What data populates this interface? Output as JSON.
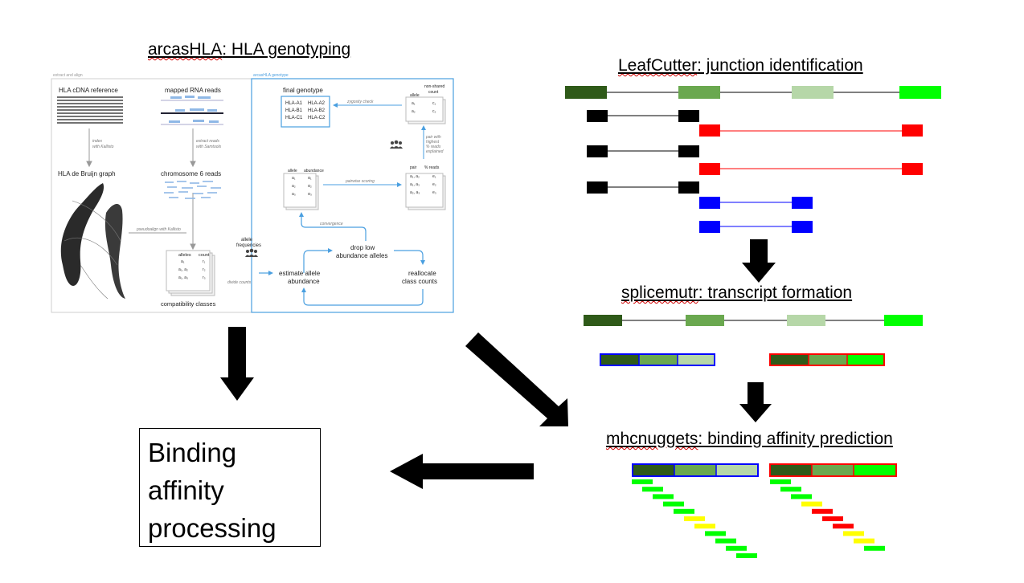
{
  "titles": {
    "arcas_prefix": "arcasHLA",
    "arcas_rest": ": HLA genotyping",
    "leaf_prefix": "LeafCutter",
    "leaf_rest": ": junction identification",
    "splice_prefix": "splicemutr",
    "splice_rest": ": transcript formation",
    "mhc_prefix": "mhcnuggets",
    "mhc_rest": ": binding affinity prediction"
  },
  "binding_box": {
    "line1": "Binding",
    "line2": "affinity",
    "line3": "processing"
  },
  "arcas_figure": {
    "panel_left": "extract and align",
    "panel_right": "arcasHLA genotype",
    "hla_cdna": "HLA cDNA reference",
    "mapped_rna": "mapped RNA reads",
    "index_kallisto_1": "index",
    "index_kallisto_2": "with Kallisto",
    "extract_reads_1": "extract reads",
    "extract_reads_2": "with Samtools",
    "debruijn": "HLA de Bruijn graph",
    "chr6": "chromosome 6 reads",
    "pseudoalign": "pseudoalign with Kallisto",
    "alleles": "alleles",
    "count": "count",
    "compat": "compatibility classes",
    "final_genotype": "final genotype",
    "genotypes": [
      "HLA-A1",
      "HLA-A2",
      "HLA-B1",
      "HLA-B2",
      "HLA-C1",
      "HLA-C2"
    ],
    "zygosity": "zygosity check",
    "allele": "allele",
    "nonshared_1": "non-shared",
    "nonshared_2": "count",
    "pair_highest": [
      "pair with",
      "highest",
      "% reads",
      "explained"
    ],
    "abundance": "abundance",
    "pairwise": "pairwise scoring",
    "pair": "pair",
    "pct_reads": "% reads",
    "convergence": "convergence",
    "allele_freq_1": "allele",
    "allele_freq_2": "frequencies",
    "drop_low_1": "drop low",
    "drop_low_2": "abundance alleles",
    "estimate_1": "estimate allele",
    "estimate_2": "abundance",
    "divide_counts": "divide counts",
    "reallocate_1": "reallocate",
    "reallocate_2": "class counts"
  },
  "colors": {
    "exon1": "#2f5a19",
    "exon2": "#6aa84f",
    "exon3": "#b6d7a8",
    "exon4": "#00ff00",
    "red": "#ff0000",
    "blue": "#0000ff",
    "yellow": "#ffff00",
    "figure_blue": "#4a9fe0",
    "arrow": "#000000"
  },
  "peptide_colors_left": [
    "green",
    "green",
    "green",
    "green",
    "green",
    "yellow",
    "yellow",
    "green",
    "green",
    "green",
    "green"
  ],
  "peptide_colors_right": [
    "green",
    "green",
    "green",
    "yellow",
    "red",
    "red",
    "red",
    "yellow",
    "yellow",
    "green"
  ]
}
